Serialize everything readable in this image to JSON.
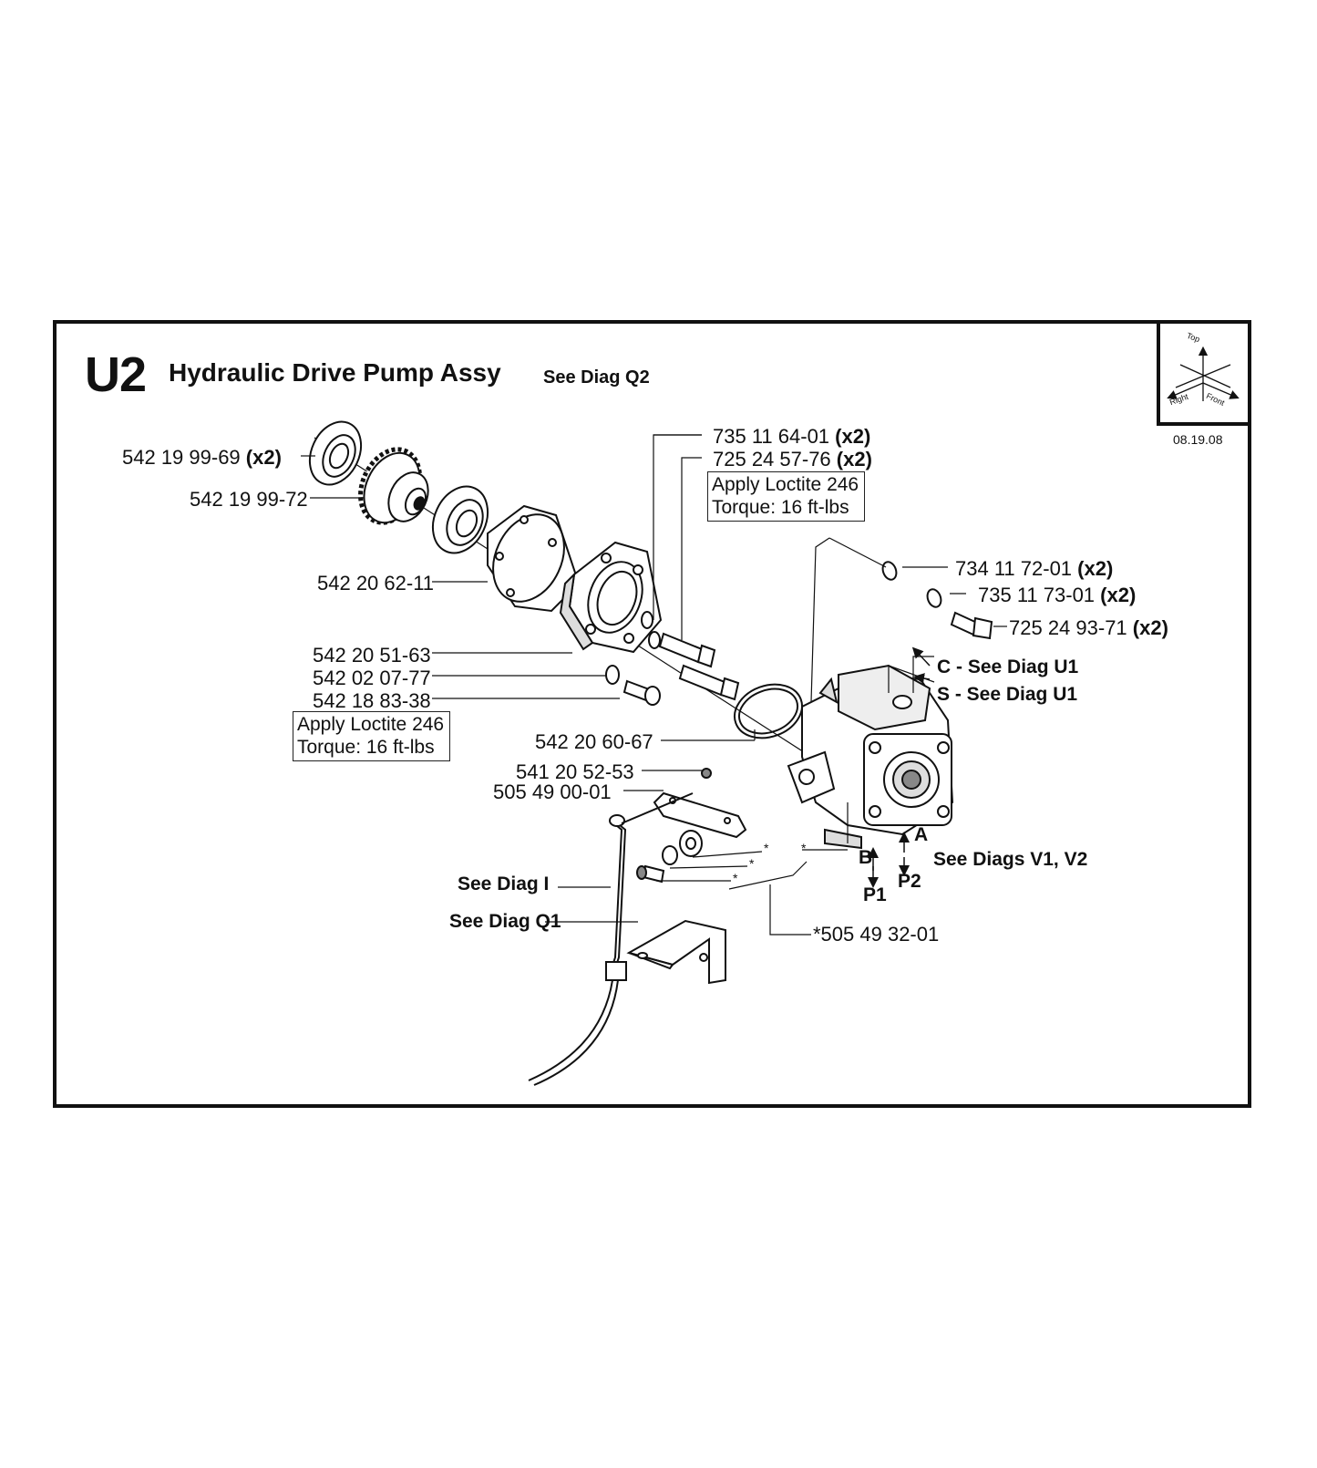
{
  "title": {
    "code": "U2",
    "name": "Hydraulic Drive Pump Assy",
    "ref": "See Diag Q2"
  },
  "date": "08.19.08",
  "compass": {
    "top": "Top",
    "right": "Right",
    "front": "Front"
  },
  "parts": {
    "bearing": {
      "number": "542 19 99-69",
      "qty": "(x2)"
    },
    "gear": {
      "number": "542 19 99-72"
    },
    "gasket": {
      "number": "542 20 62-11"
    },
    "adapter": {
      "number": "542 20 51-63"
    },
    "washer_small": {
      "number": "542 02 07-77"
    },
    "screw_small": {
      "number": "542 18 83-38"
    },
    "oring": {
      "number": "542 20 60-67"
    },
    "nut": {
      "number": "541 20 52-53"
    },
    "link": {
      "number": "505 49 00-01"
    },
    "washer_top": {
      "number": "735 11 64-01",
      "qty": "(x2)"
    },
    "bolt_top": {
      "number": "725 24 57-76",
      "qty": "(x2)"
    },
    "washer_a": {
      "number": "734 11 72-01",
      "qty": "(x2)"
    },
    "washer_b": {
      "number": "735 11 73-01",
      "qty": "(x2)"
    },
    "bolt_right": {
      "number": "725 24 93-71",
      "qty": "(x2)"
    },
    "kit": {
      "number": "*505 49 32-01"
    }
  },
  "notes": {
    "top": {
      "line1": "Apply Loctite 246",
      "line2": "Torque: 16 ft-lbs"
    },
    "left": {
      "line1": "Apply Loctite 246",
      "line2": "Torque: 16 ft-lbs"
    }
  },
  "refs": {
    "c_port": "C - See Diag U1",
    "s_port": "S - See Diag U1",
    "diag_i": "See Diag I",
    "diag_q1": "See Diag Q1",
    "diags_v": "See Diags V1, V2"
  },
  "ports": {
    "a": "A",
    "b": "B",
    "p1": "P1",
    "p2": "P2"
  },
  "star": "*"
}
